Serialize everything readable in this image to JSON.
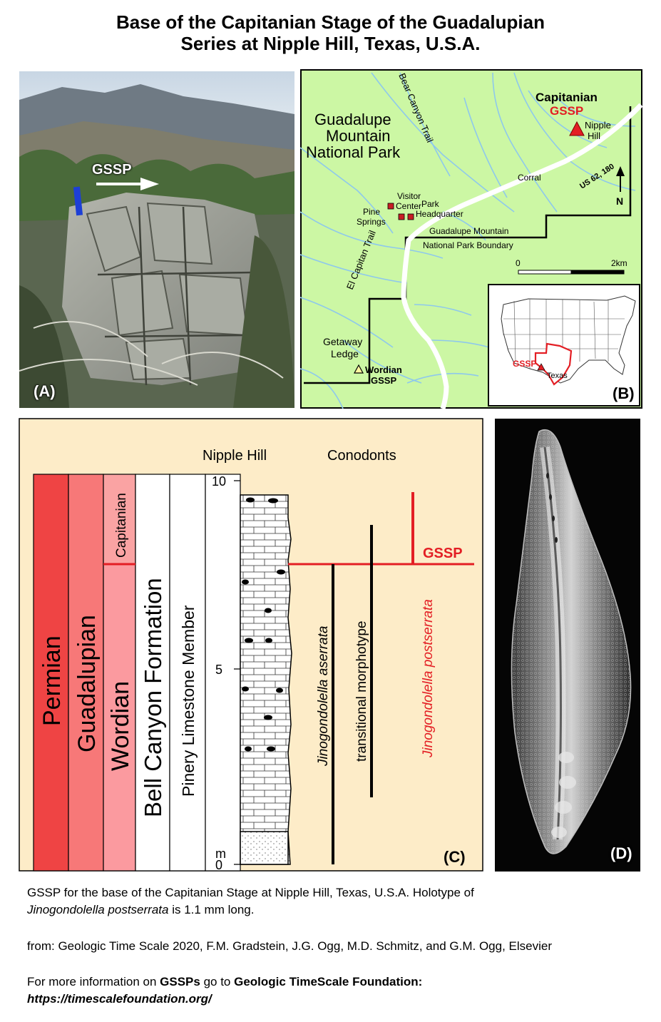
{
  "title": {
    "line1": "Base of the Capitanian Stage of the Guadalupian",
    "line2": "Series at Nipple Hill, Texas, U.S.A."
  },
  "panel_a": {
    "label": "(A)",
    "gssp_arrow_label": "GSSP"
  },
  "panel_b": {
    "label": "(B)",
    "park_name_lines": [
      "Guadalupe",
      "Mountain",
      "National Park"
    ],
    "capitanian_label": "Capitanian",
    "gssp_label": "GSSP",
    "nipple_hill_lines": [
      "Nipple",
      "Hill"
    ],
    "highway_label": "US 62, 180",
    "corral_label": "Corral",
    "bear_canyon_trail": "Bear Canyon Trail",
    "el_capitan_trail": "El Capitan Trail",
    "visitor_center_lines": [
      "Visitor",
      "Center"
    ],
    "park_hq_lines": [
      "Park",
      "Headquarter"
    ],
    "pine_springs_lines": [
      "Pine",
      "Springs"
    ],
    "boundary_lines": [
      "Guadalupe Mountain",
      "National Park Boundary"
    ],
    "getaway_ledge_lines": [
      "Getaway",
      "Ledge"
    ],
    "wordian_label": "Wordian",
    "wordian_gssp_label": "GSSP",
    "north_label": "N",
    "scale_start": "0",
    "scale_end": "2km",
    "inset_gssp_label": "GSSP",
    "inset_texas_label": "Texas",
    "colors": {
      "map_bg": "#ccf7a4",
      "stream": "#8ec8ec",
      "road": "#ffffff",
      "marker_red": "#e31e24"
    }
  },
  "panel_c": {
    "label": "(C)",
    "header_section": "Nipple Hill",
    "header_conodonts": "Conodonts",
    "system": "Permian",
    "series": "Guadalupian",
    "stage_upper": "Capitanian",
    "stage_lower": "Wordian",
    "formation": "Bell Canyon Formation",
    "member": "Pinery Limestone Member",
    "scale_ticks": [
      "10",
      "5",
      "0"
    ],
    "scale_unit": "m",
    "gssp_label": "GSSP",
    "taxon_1": "Jinogondolella aserrata",
    "taxon_2": "transitional morphotype",
    "taxon_3": "Jinogondolella postserrata",
    "colors": {
      "background": "#fdecc8",
      "permian": "#ef4444",
      "guadalupian": "#f77878",
      "capitanian": "#faa3a3",
      "wordian": "#fb9a9f",
      "gssp_line": "#e31e24"
    }
  },
  "panel_d": {
    "label": "(D)"
  },
  "caption": {
    "line1": "GSSP for the base of the Capitanian Stage at Nipple Hill, Texas, U.S.A. Holotype of",
    "line2_italic": "Jinogondolella postserrata",
    "line2_rest": " is 1.1 mm long.",
    "source": "from: Geologic Time Scale 2020, F.M. Gradstein, J.G. Ogg, M.D. Schmitz, and G.M. Ogg, Elsevier",
    "more_prefix": "For more information on ",
    "more_gssps": "GSSPs",
    "more_middle": " go to ",
    "more_foundation": "Geologic TimeScale Foundation:",
    "url": "https://timescalefoundation.org/"
  }
}
